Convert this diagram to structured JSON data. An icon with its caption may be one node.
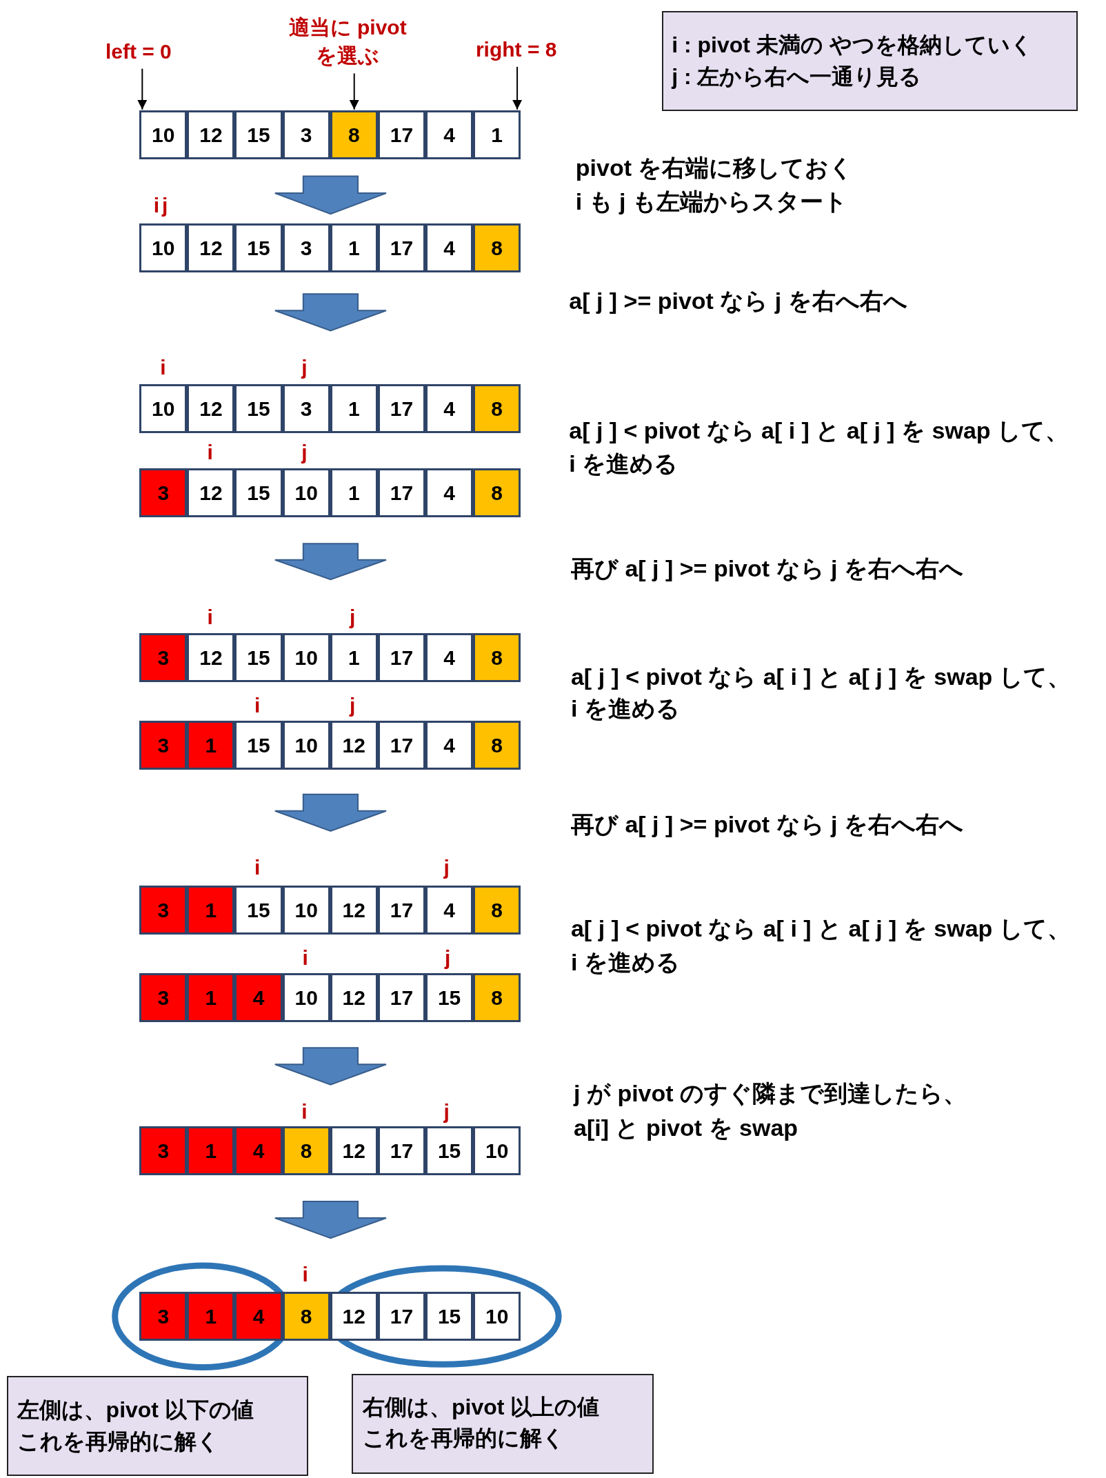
{
  "diagram": {
    "nodes": [
      {
        "text": [
          "left = 0"
        ]
      },
      {
        "text": [
          "適当に pivot を選ぶ"
        ]
      },
      {
        "text": [
          "right = 8"
        ]
      },
      {
        "text": [
          "i : pivot 未満の やつを格納していく",
          "j : 左から右へ一通り見る"
        ]
      },
      {
        "text": [
          "10"
        ]
      },
      {
        "text": [
          "12"
        ]
      },
      {
        "text": [
          "15"
        ]
      },
      {
        "text": [
          "3"
        ]
      },
      {
        "text": [
          "8"
        ]
      },
      {
        "text": [
          "17"
        ]
      },
      {
        "text": [
          "4"
        ]
      },
      {
        "text": [
          "1"
        ]
      },
      {
        "text": [
          "10"
        ]
      },
      {
        "text": [
          "12"
        ]
      },
      {
        "text": [
          "15"
        ]
      },
      {
        "text": [
          "3"
        ]
      },
      {
        "text": [
          "1"
        ]
      },
      {
        "text": [
          "17"
        ]
      },
      {
        "text": [
          "4"
        ]
      },
      {
        "text": [
          "8"
        ]
      },
      {
        "text": [
          "10"
        ]
      },
      {
        "text": [
          "12"
        ]
      },
      {
        "text": [
          "15"
        ]
      },
      {
        "text": [
          "3"
        ]
      },
      {
        "text": [
          "1"
        ]
      },
      {
        "text": [
          "17"
        ]
      },
      {
        "text": [
          "4"
        ]
      },
      {
        "text": [
          "8"
        ]
      },
      {
        "text": [
          "3"
        ]
      },
      {
        "text": [
          "12"
        ]
      },
      {
        "text": [
          "15"
        ]
      },
      {
        "text": [
          "10"
        ]
      },
      {
        "text": [
          "1"
        ]
      },
      {
        "text": [
          "17"
        ]
      },
      {
        "text": [
          "4"
        ]
      },
      {
        "text": [
          "8"
        ]
      },
      {
        "text": [
          "3"
        ]
      },
      {
        "text": [
          "12"
        ]
      },
      {
        "text": [
          "15"
        ]
      },
      {
        "text": [
          "10"
        ]
      },
      {
        "text": [
          "1"
        ]
      },
      {
        "text": [
          "17"
        ]
      },
      {
        "text": [
          "4"
        ]
      },
      {
        "text": [
          "8"
        ]
      },
      {
        "text": [
          "3"
        ]
      },
      {
        "text": [
          "1"
        ]
      },
      {
        "text": [
          "15"
        ]
      },
      {
        "text": [
          "10"
        ]
      },
      {
        "text": [
          "12"
        ]
      },
      {
        "text": [
          "17"
        ]
      },
      {
        "text": [
          "4"
        ]
      },
      {
        "text": [
          "8"
        ]
      },
      {
        "text": [
          "3"
        ]
      },
      {
        "text": [
          "1"
        ]
      },
      {
        "text": [
          "15"
        ]
      },
      {
        "text": [
          "10"
        ]
      },
      {
        "text": [
          "12"
        ]
      },
      {
        "text": [
          "17"
        ]
      },
      {
        "text": [
          "4"
        ]
      },
      {
        "text": [
          "8"
        ]
      },
      {
        "text": [
          "3"
        ]
      },
      {
        "text": [
          "1"
        ]
      },
      {
        "text": [
          "4"
        ]
      },
      {
        "text": [
          "10"
        ]
      },
      {
        "text": [
          "12"
        ]
      },
      {
        "text": [
          "17"
        ]
      },
      {
        "text": [
          "15"
        ]
      },
      {
        "text": [
          "8"
        ]
      },
      {
        "text": [
          "3"
        ]
      },
      {
        "text": [
          "1"
        ]
      },
      {
        "text": [
          "4"
        ]
      },
      {
        "text": [
          "8"
        ]
      },
      {
        "text": [
          "12"
        ]
      },
      {
        "text": [
          "17"
        ]
      },
      {
        "text": [
          "15"
        ]
      },
      {
        "text": [
          "10"
        ]
      },
      {
        "text": [
          "3"
        ]
      },
      {
        "text": [
          "1"
        ]
      },
      {
        "text": [
          "4"
        ]
      },
      {
        "text": [
          "8"
        ]
      },
      {
        "text": [
          "12"
        ]
      },
      {
        "text": [
          "17"
        ]
      },
      {
        "text": [
          "15"
        ]
      },
      {
        "text": [
          "10"
        ]
      },
      {
        "text": [
          "左側は、pivot 以下の値",
          "これを再帰的に解く"
        ]
      },
      {
        "text": [
          "右側は、pivot 以上の値",
          "これを再帰的に解く"
        ]
      }
    ],
    "edges": [
      {
        "from": 0,
        "to": 4,
        "arrow": "to"
      },
      {
        "from": 1,
        "to": 8,
        "arrow": "to"
      },
      {
        "from": 2,
        "to": 11,
        "arrow": "to"
      },
      {
        "from": 7,
        "to": 15,
        "arrow": "to"
      },
      {
        "from": 15,
        "to": 23,
        "arrow": "to"
      },
      {
        "from": 31,
        "to": 39,
        "arrow": "to"
      },
      {
        "from": 47,
        "to": 55,
        "arrow": "to"
      },
      {
        "from": 63,
        "to": 71,
        "arrow": "to"
      },
      {
        "from": 71,
        "to": 79,
        "arrow": "to"
      }
    ],
    "labels": [
      "pivot を右端に移しておく",
      "i",
      "j",
      "i も j も左端からスタート",
      "a[ j ] >= pivot なら j を右へ右へ",
      "i",
      "j",
      "a[ j ] < pivot なら a[ i ] と a[ j ] を swap して、",
      "i",
      "j",
      "i を進める",
      "再び a[ j ] >= pivot なら j を右へ右へ",
      "i",
      "j",
      "a[ j ] < pivot なら a[ i ] と a[ j ] を swap して、",
      "i",
      "j",
      "i を進める",
      "再び a[ j ] >= pivot なら j を右へ右へ",
      "i",
      "j",
      "a[ j ] < pivot なら a[ i ] と a[ j ] を swap して、",
      "i",
      "j",
      "i を進める",
      "j が pivot のすぐ隣まで到達したら、",
      "i",
      "j",
      "a[i] と pivot を swap",
      "i"
    ]
  }
}
